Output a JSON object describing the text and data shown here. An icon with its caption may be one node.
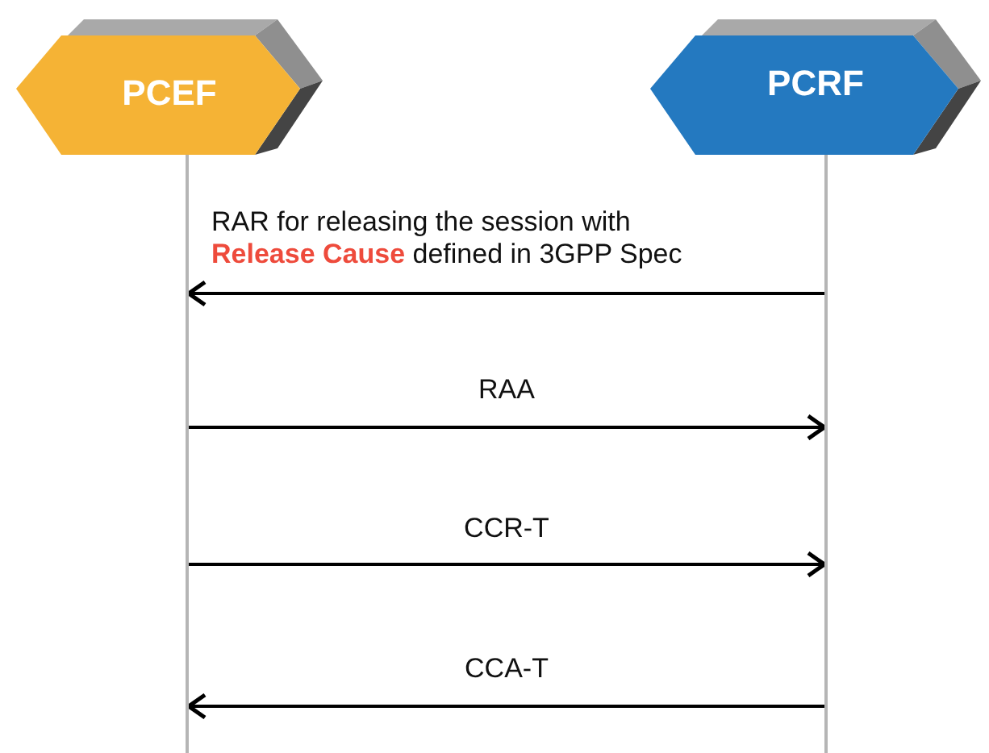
{
  "diagram": {
    "nodes": [
      {
        "text": [
          "PCEF"
        ]
      },
      {
        "text": [
          "PCRF"
        ]
      },
      {
        "text": [],
        "shape": "line"
      },
      {
        "text": [],
        "shape": "line"
      }
    ],
    "edges": [
      {
        "from": 3,
        "to": 2,
        "arrow": "to",
        "label": "RAR for releasing the session with **Release Cause** defined in 3GPP Spec"
      },
      {
        "from": 2,
        "to": 3,
        "arrow": "to",
        "label": "RAA"
      },
      {
        "from": 2,
        "to": 3,
        "arrow": "to",
        "label": "CCR-T"
      },
      {
        "from": 3,
        "to": 2,
        "arrow": "to",
        "label": "CCA-T"
      }
    ]
  }
}
